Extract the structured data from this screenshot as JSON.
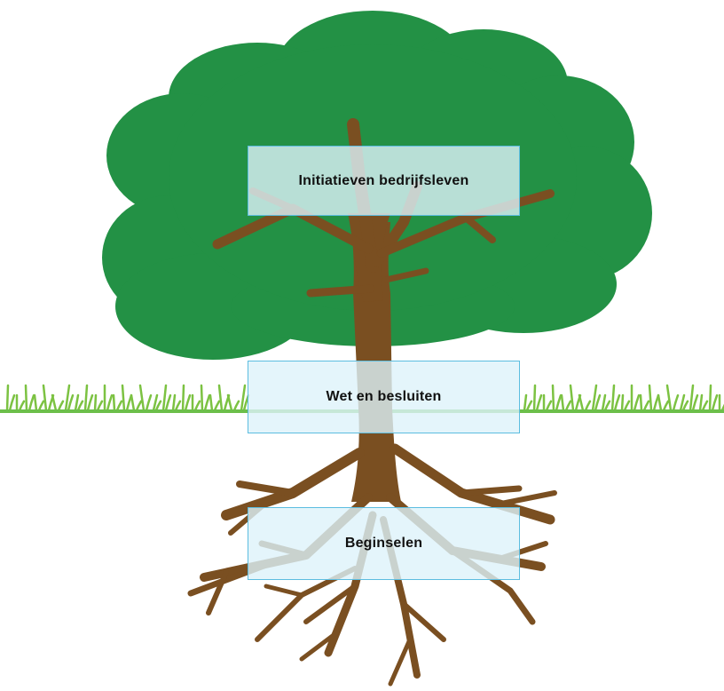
{
  "colors": {
    "canopy": "#239145",
    "trunk": "#7a4f21",
    "grass": "#7cc242",
    "ground_line": "#6cbf4a",
    "label_fill": "#ddf2fa",
    "label_border": "#5cbde0"
  },
  "labels": {
    "canopy": "Initiatieven bedrijfsleven",
    "trunk": "Wet en besluiten",
    "roots": "Beginselen"
  }
}
